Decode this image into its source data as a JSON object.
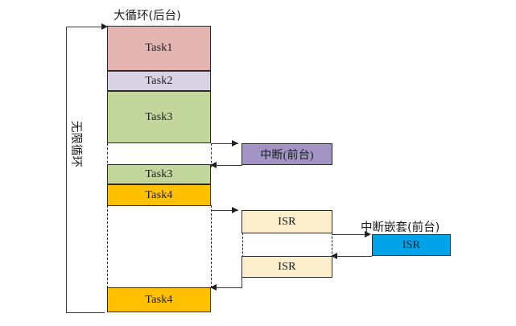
{
  "diagram": {
    "title_top": "大循环(后台)",
    "label_loop": "无限循环",
    "label_nested": "中断嵌套(前台)",
    "bottom_caption": ""
  },
  "colors": {
    "task1": "#e3b4b0",
    "task2": "#d8d2e4",
    "task3": "#c3d69b",
    "task4": "#ffc000",
    "interrupt": "#a294c4",
    "isr": "#fceecb",
    "isr_nested": "#00a2e8",
    "stroke": "#2b2b2b"
  },
  "background_column": {
    "blocks": [
      {
        "name": "task1",
        "label": "Task1"
      },
      {
        "name": "task2",
        "label": "Task2"
      },
      {
        "name": "task3a",
        "label": "Task3"
      },
      {
        "name": "task3b",
        "label": "Task3"
      },
      {
        "name": "task4a",
        "label": "Task4"
      },
      {
        "name": "task4b",
        "label": "Task4"
      }
    ]
  },
  "foreground": {
    "interrupt_block": {
      "label": "中断(前台)"
    },
    "isr_blocks": [
      {
        "label": "ISR"
      },
      {
        "label": "ISR"
      }
    ],
    "nested_isr_block": {
      "label": "ISR"
    }
  }
}
